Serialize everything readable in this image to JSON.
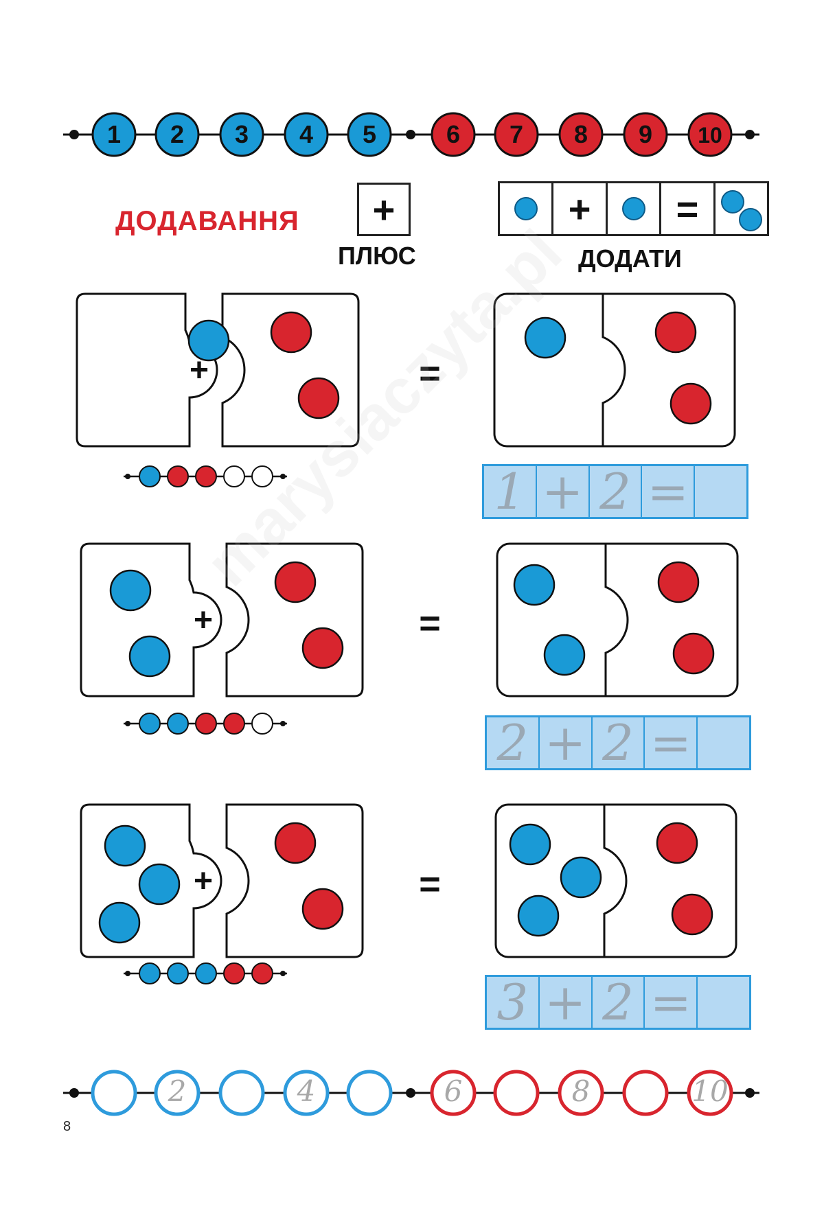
{
  "top_line": {
    "beads": [
      {
        "label": "1",
        "color": "#1a9ad6"
      },
      {
        "label": "2",
        "color": "#1a9ad6"
      },
      {
        "label": "3",
        "color": "#1a9ad6"
      },
      {
        "label": "4",
        "color": "#1a9ad6"
      },
      {
        "label": "5",
        "color": "#1a9ad6"
      },
      {
        "label": "6",
        "color": "#d8252e"
      },
      {
        "label": "7",
        "color": "#d8252e"
      },
      {
        "label": "8",
        "color": "#d8252e"
      },
      {
        "label": "9",
        "color": "#d8252e"
      },
      {
        "label": "10",
        "color": "#d8252e"
      }
    ]
  },
  "header": {
    "title": "ДОДАВАННЯ",
    "plus_sign": "+",
    "plus_label": "ПЛЮС",
    "add_signs": {
      "plus": "+",
      "equals": "="
    },
    "add_label": "ДОДАТИ"
  },
  "exercises": [
    {
      "equals": "=",
      "plus": "+",
      "left_blue": 1,
      "left_red": 2,
      "beads": [
        "blue",
        "red",
        "red",
        "empty",
        "empty"
      ],
      "trace": [
        "1",
        "+",
        "2",
        "=",
        ""
      ]
    },
    {
      "equals": "=",
      "plus": "+",
      "left_blue": 2,
      "left_red": 2,
      "beads": [
        "blue",
        "blue",
        "red",
        "red",
        "empty"
      ],
      "trace": [
        "2",
        "+",
        "2",
        "=",
        ""
      ]
    },
    {
      "equals": "=",
      "plus": "+",
      "left_blue": 3,
      "left_red": 2,
      "beads": [
        "blue",
        "blue",
        "blue",
        "red",
        "red"
      ],
      "trace": [
        "3",
        "+",
        "2",
        "=",
        ""
      ]
    }
  ],
  "bottom_line": {
    "beads": [
      {
        "label": "",
        "color": "#2e9bdc"
      },
      {
        "label": "2",
        "color": "#2e9bdc"
      },
      {
        "label": "",
        "color": "#2e9bdc"
      },
      {
        "label": "4",
        "color": "#2e9bdc"
      },
      {
        "label": "",
        "color": "#2e9bdc"
      },
      {
        "label": "6",
        "color": "#d8252e"
      },
      {
        "label": "",
        "color": "#d8252e"
      },
      {
        "label": "8",
        "color": "#d8252e"
      },
      {
        "label": "",
        "color": "#d8252e"
      },
      {
        "label": "10",
        "color": "#d8252e"
      }
    ]
  },
  "watermark": "marysiaczyta.pl",
  "page_number": "8",
  "colors": {
    "blue": "#1a9ad6",
    "red": "#d8252e",
    "ink": "#111111",
    "trace_bg": "#b5d9f3"
  }
}
